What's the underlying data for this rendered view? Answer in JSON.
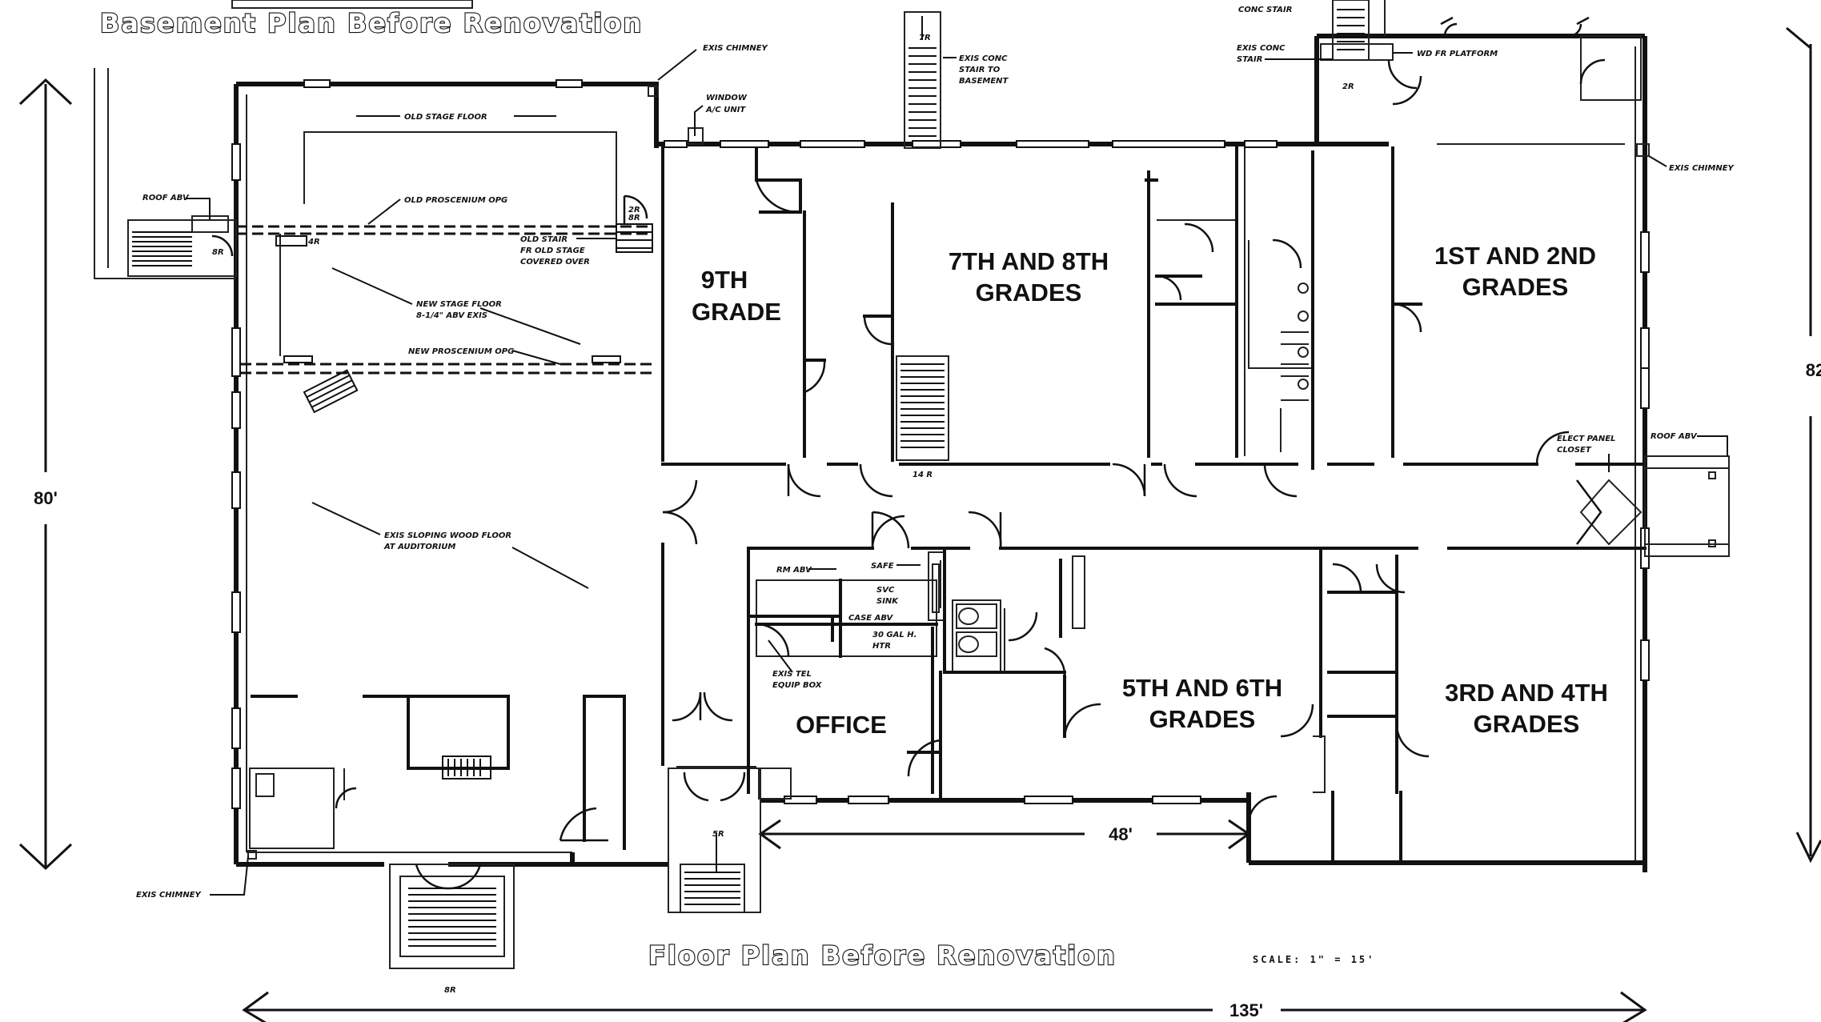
{
  "headings": {
    "top": "Basement Plan Before Renovation",
    "bottom": "Floor Plan Before Renovation",
    "scale": "SCALE: 1\" = 15'"
  },
  "dimensions": {
    "left": "80'",
    "right": "82",
    "bottom": "135'",
    "inner": "48'"
  },
  "rooms": {
    "ninth": [
      "9TH",
      "GRADE"
    ],
    "seventh_eighth": [
      "7TH AND 8TH",
      "GRADES"
    ],
    "first_second": [
      "1ST AND 2ND",
      "GRADES"
    ],
    "fifth_sixth": [
      "5TH AND 6TH",
      "GRADES"
    ],
    "third_fourth": [
      "3RD AND 4TH",
      "GRADES"
    ],
    "office": "OFFICE"
  },
  "notes": {
    "exist_chimney_top": "EXIS CHIMNEY",
    "window_ac": [
      "WINDOW",
      "A/C UNIT"
    ],
    "stair_basement": [
      "EXIS CONC",
      "STAIR TO",
      "BASEMENT"
    ],
    "old_stage_floor": "OLD STAGE FLOOR",
    "old_proscenium": "OLD PROSCENIUM OPG",
    "roof_abv_left": "ROOF ABV",
    "old_stair": [
      "OLD STAIR",
      "FR OLD STAGE",
      "COVERED OVER"
    ],
    "new_stage_floor": [
      "NEW STAGE FLOOR",
      "8-1/4\" ABV EXIS"
    ],
    "new_proscenium": "NEW PROSCENIUM OPG",
    "sloping_floor": [
      "EXIS SLOPING WOOD FLOOR",
      "AT AUDITORIUM"
    ],
    "exist_chimney_bottom": "EXIS CHIMNEY",
    "conc_stair_top": "CONC STAIR",
    "exis_conc_stair": [
      "EXIS CONC",
      "STAIR"
    ],
    "wd_platform": "WD FR PLATFORM",
    "exist_chimney_right": "EXIS CHIMNEY",
    "elect_panel": [
      "ELECT PANEL",
      "CLOSET"
    ],
    "roof_abv_right": "ROOF ABV",
    "rm_abv": "RM ABV",
    "safe": "SAFE",
    "sink": [
      "SVC",
      "SINK"
    ],
    "case_abv": "CASE ABV",
    "water_heater": [
      "30 GAL H.",
      "HTR"
    ],
    "tel_box": [
      "EXIS TEL",
      "EQUIP BOX"
    ],
    "riser_labels": [
      "8R",
      "7R",
      "4R",
      "8R",
      "2R",
      "14 R",
      "5R",
      "8R",
      "2R"
    ]
  }
}
